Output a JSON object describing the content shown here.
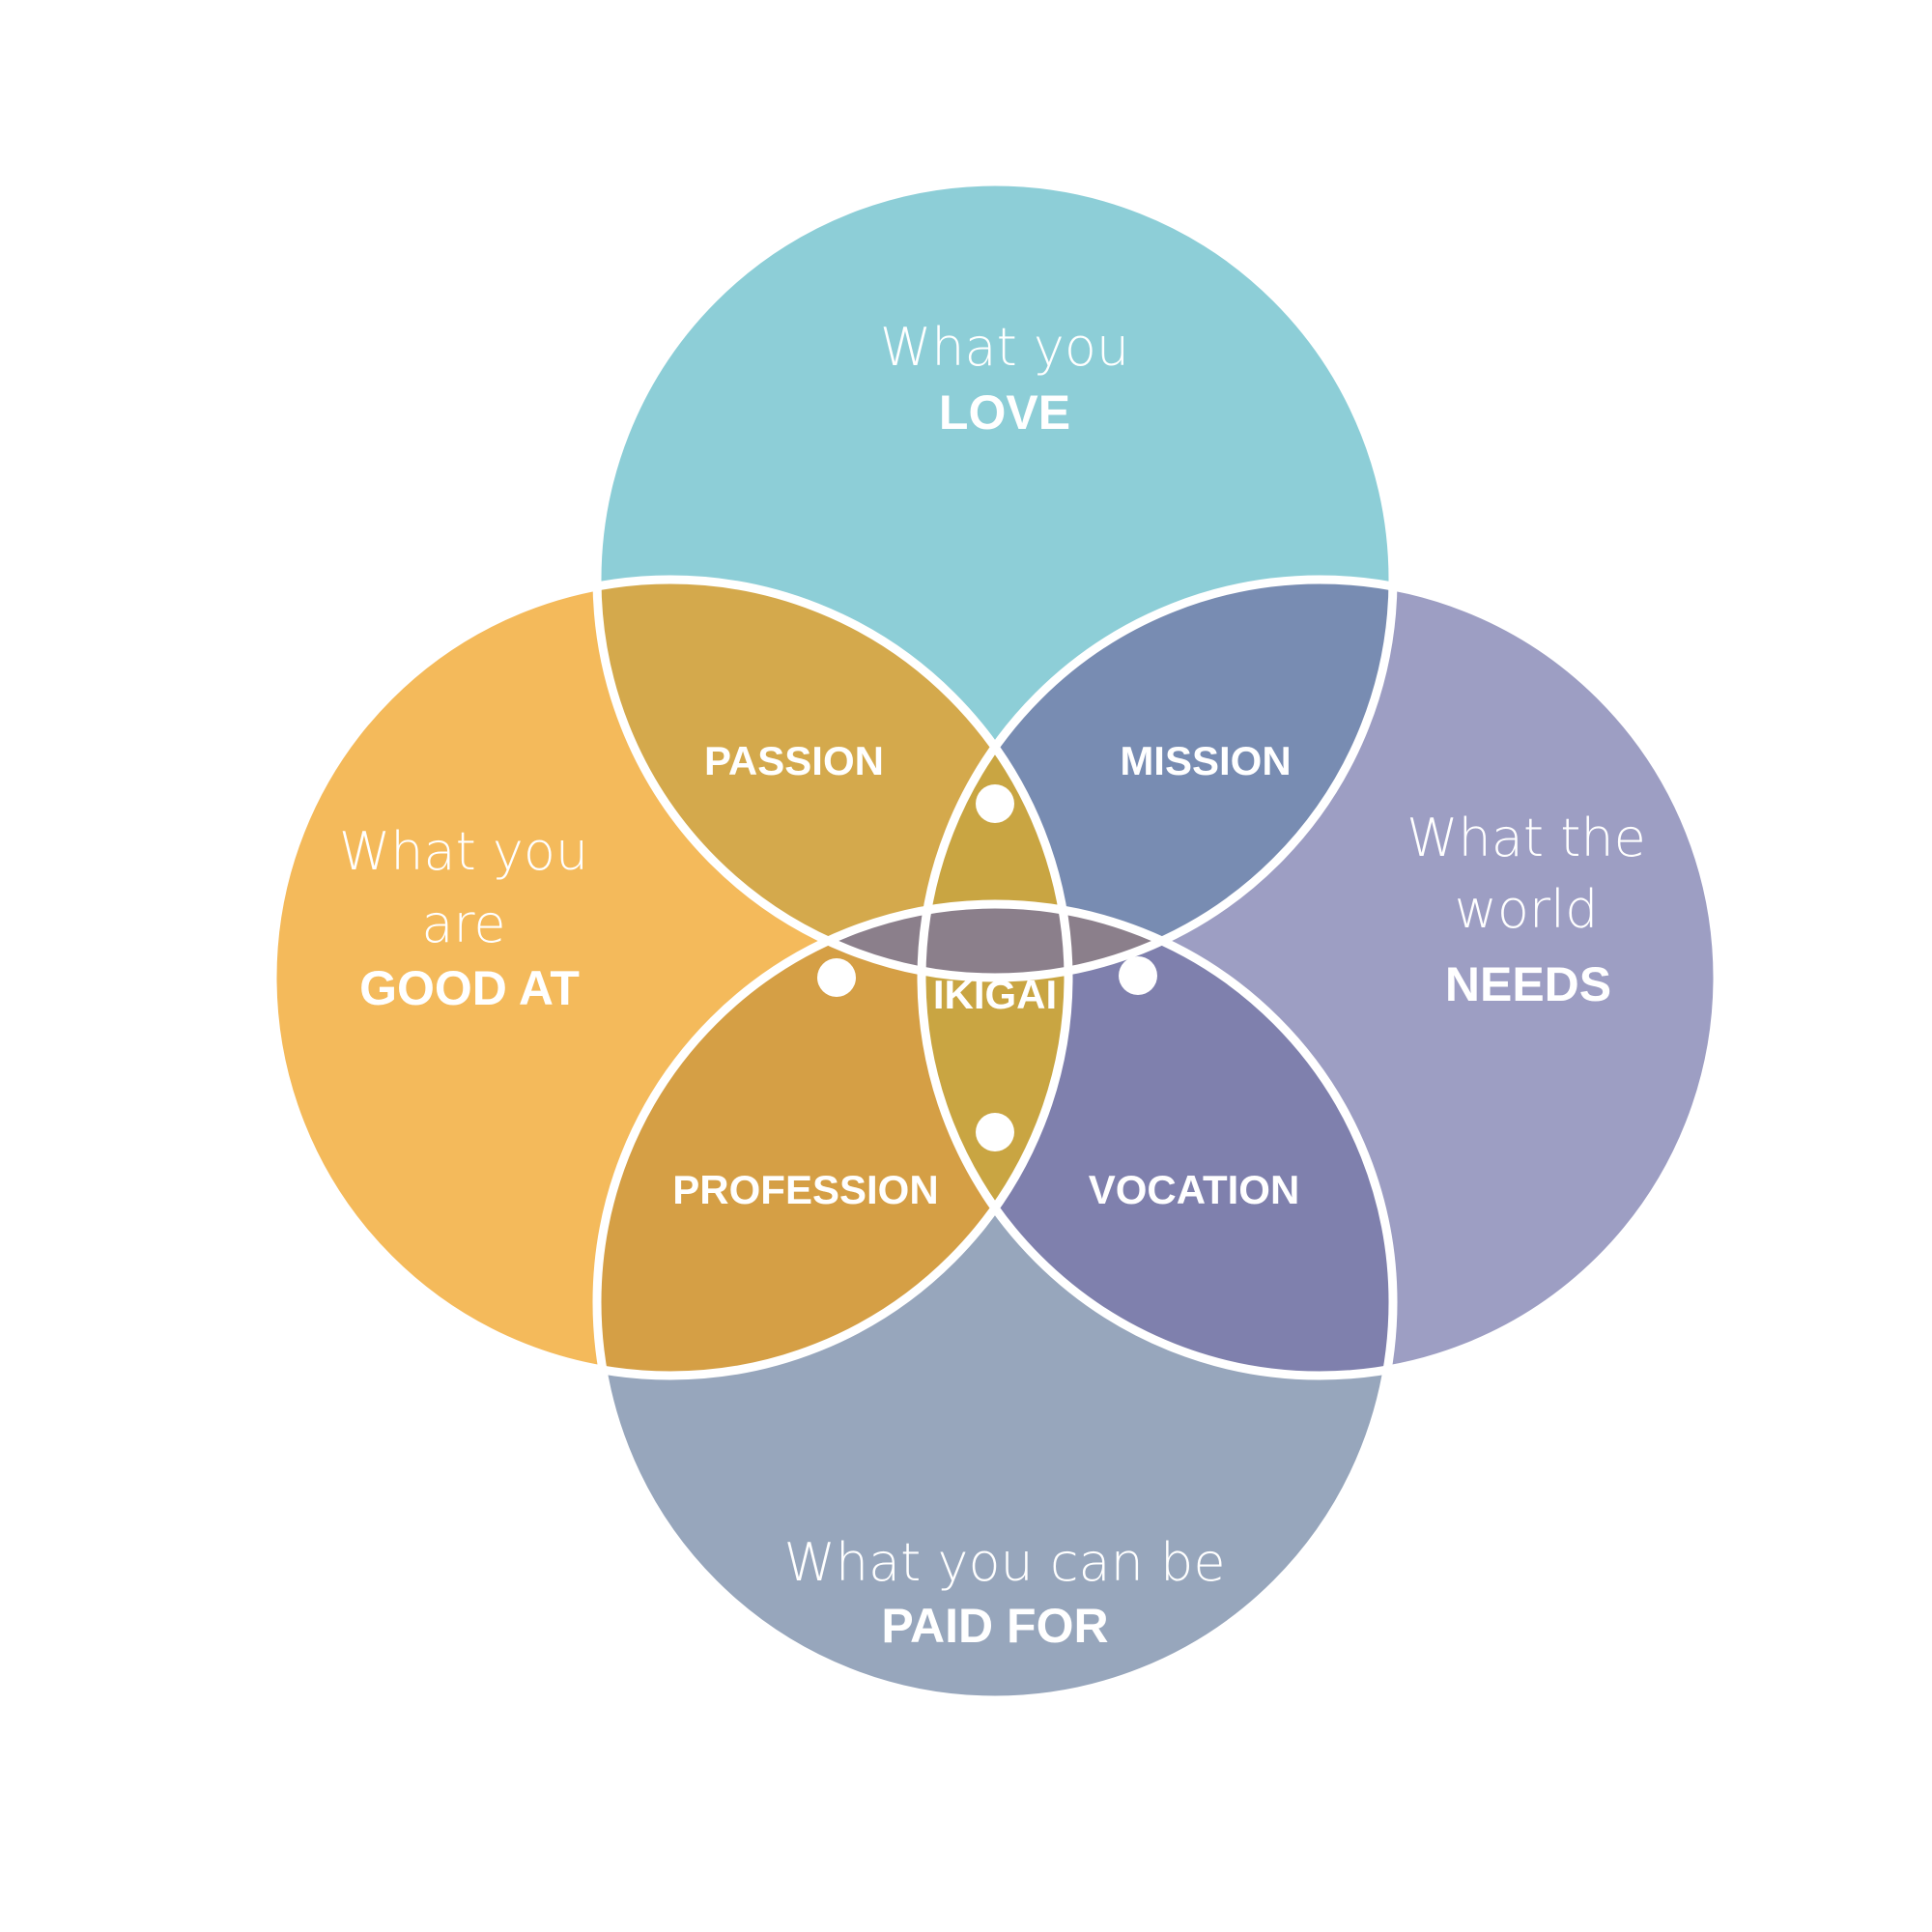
{
  "circles": {
    "love": {
      "line1": "What you",
      "line2": "LOVE",
      "color": "#8DCED7"
    },
    "good_at": {
      "line1": "What you",
      "line2": "are",
      "line3": "GOOD AT",
      "color": "#F4BA5B"
    },
    "world_needs": {
      "line1": "What the",
      "line2": "world",
      "line3": "NEEDS",
      "color": "#9D9EC3"
    },
    "paid_for": {
      "line1": "What you can be",
      "line2": "PAID FOR",
      "color": "#97A6BC"
    }
  },
  "intersections": {
    "passion": {
      "label": "PASSION",
      "color": "#D4A94C"
    },
    "mission": {
      "label": "MISSION",
      "color": "#788CB2"
    },
    "profession": {
      "label": "PROFESSION",
      "color": "#D59F45"
    },
    "vocation": {
      "label": "VOCATION",
      "color": "#7F80AD"
    },
    "center": {
      "label": "IKIGAI",
      "color": "#8B7F8B"
    },
    "top_lens": {
      "color": "#8B7F8B"
    },
    "left_lens": {
      "color": "#C9A542"
    },
    "right_lens": {
      "color": "#6A7EA9"
    },
    "bottom_lens": {
      "color": "#8B7F8B"
    }
  },
  "outline_color": "#FFFFFF"
}
